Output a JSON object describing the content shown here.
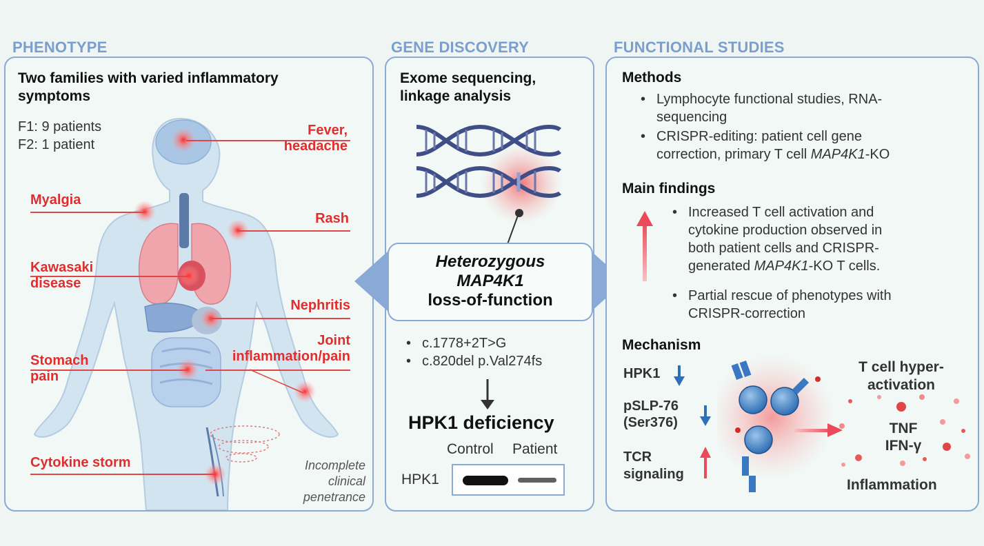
{
  "sections": {
    "phenotype": "PHENOTYPE",
    "gene_discovery": "GENE DISCOVERY",
    "functional": "FUNCTIONAL STUDIES"
  },
  "phenotype": {
    "heading_line1": "Two families with varied inflammatory",
    "heading_line2": "symptoms",
    "f1": "F1: 9 patients",
    "f2": "F2: 1 patient",
    "symptoms": {
      "fever_1": "Fever,",
      "fever_2": "headache",
      "myalgia": "Myalgia",
      "rash": "Rash",
      "kawasaki_1": "Kawasaki",
      "kawasaki_2": "disease",
      "nephritis": "Nephritis",
      "joint_1": "Joint",
      "joint_2": "inflammation/pain",
      "stomach_1": "Stomach",
      "stomach_2": "pain",
      "cytokine": "Cytokine storm"
    },
    "penetrance_1": "Incomplete",
    "penetrance_2": "clinical",
    "penetrance_3": "penetrance"
  },
  "gene": {
    "heading_line1": "Exome sequencing,",
    "heading_line2": "linkage analysis",
    "center_1": "Heterozygous",
    "center_2": "MAP4K1",
    "center_3": "loss-of-function",
    "variants": [
      "c.1778+2T>G",
      "c.820del p.Val274fs"
    ],
    "deficiency": "HPK1 deficiency",
    "blot_control": "Control",
    "blot_patient": "Patient",
    "blot_label": "HPK1"
  },
  "functional": {
    "methods_title": "Methods",
    "method1_a": "Lymphocyte functional studies, RNA-",
    "method1_b": "sequencing",
    "method2_a": "CRISPR-editing: patient cell gene",
    "method2_b_pre": "correction, primary T cell ",
    "method2_b_gene": "MAP4K1",
    "method2_b_post": "-KO",
    "findings_title": "Main findings",
    "finding1_a": "Increased T cell activation and",
    "finding1_b": "cytokine production observed in",
    "finding1_c": "both patient cells and CRISPR-",
    "finding1_d_pre": "generated ",
    "finding1_d_gene": "MAP4K1",
    "finding1_d_post": "-KO T cells.",
    "finding2_a": "Partial rescue of phenotypes with",
    "finding2_b": "CRISPR-correction",
    "mechanism_title": "Mechanism",
    "hpk1": "HPK1",
    "pslp_1": "pSLP-76",
    "pslp_2": "(Ser376)",
    "tcr_1": "TCR",
    "tcr_2": "signaling",
    "outcome_1": "T cell hyper-",
    "outcome_2": "activation",
    "tnf": "TNF",
    "ifn": "IFN-γ",
    "inflammation": "Inflammation"
  },
  "colors": {
    "panel_border": "#8aaad6",
    "section_title": "#7a9fcf",
    "symptom_red": "#e02d2d",
    "down_arrow_blue": "#2f6fb5",
    "up_arrow_red": "#ea4a5a"
  }
}
